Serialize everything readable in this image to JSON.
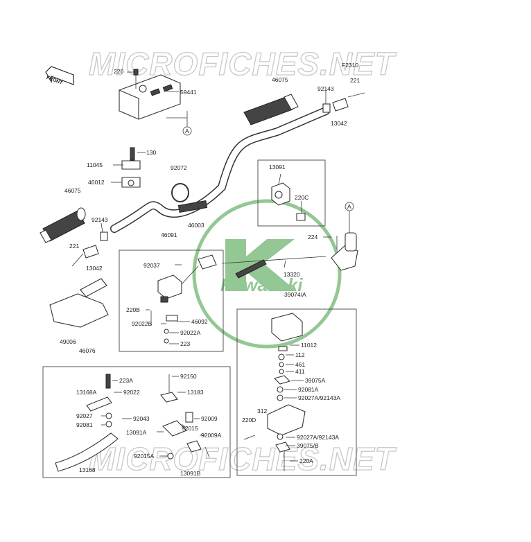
{
  "watermark": "MICROFICHES.NET",
  "figure_code": "F2310",
  "front_label": "FRONT",
  "brand": "Kawasaki",
  "brand_color": "#3c9a3c",
  "labels": {
    "p220": "220",
    "p59441": "59441",
    "p46075a": "46075",
    "p92143a": "92143",
    "p221a": "221",
    "p13042a": "13042",
    "p130": "130",
    "p11045": "11045",
    "p46012": "46012",
    "p92072": "92072",
    "p13091": "13091",
    "p220c": "220C",
    "p46075b": "46075",
    "p92143b": "92143",
    "p46003": "46003",
    "p221b": "221",
    "p13042b": "13042",
    "p46091": "46091",
    "p224": "224",
    "p92037": "92037",
    "p13320": "13320",
    "p220b": "220B",
    "p39074": "39074/A",
    "p92022b": "92022B",
    "p46092": "46092",
    "p92022a": "92022A",
    "p223": "223",
    "p49006": "49006",
    "p11012": "11012",
    "p46076": "46076",
    "p112": "112",
    "p461": "461",
    "p411": "411",
    "p223a": "223A",
    "p92150": "92150",
    "p39075a": "39075A",
    "p13168a": "13168A",
    "p92022": "92022",
    "p13183": "13183",
    "p92081a": "92081A",
    "p92027a92143a_1": "92027A/92143A",
    "p92027": "92027",
    "p92043": "92043",
    "p92009": "92009",
    "p312": "312",
    "p92081": "92081",
    "p92015": "92015",
    "p220d": "220D",
    "p13091a": "13091A",
    "p92009a": "92009A",
    "p92027a92143a_2": "92027A/92143A",
    "p39075b": "39075/B",
    "p92015a": "92015A",
    "p220a": "220A",
    "p13168": "13168",
    "p13091b": "13091B",
    "ref_a1": "A",
    "ref_a2": "A"
  }
}
